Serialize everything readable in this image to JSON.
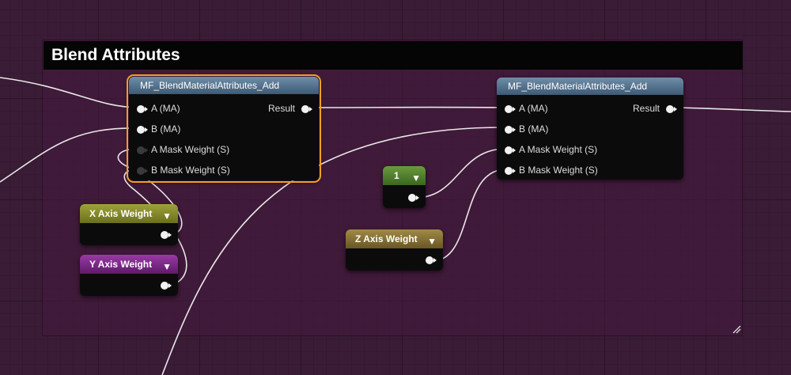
{
  "comment": {
    "title": "Blend Attributes"
  },
  "nodes": {
    "blend_add_1": {
      "title": "MF_BlendMaterialAttributes_Add",
      "inputs": [
        "A (MA)",
        "B (MA)",
        "A Mask Weight (S)",
        "B Mask Weight (S)"
      ],
      "output": "Result"
    },
    "blend_add_2": {
      "title": "MF_BlendMaterialAttributes_Add",
      "inputs": [
        "A (MA)",
        "B (MA)",
        "A Mask Weight (S)",
        "B Mask Weight (S)"
      ],
      "output": "Result"
    },
    "x_axis": {
      "title": "X Axis Weight"
    },
    "y_axis": {
      "title": "Y Axis Weight"
    },
    "z_axis": {
      "title": "Z Axis Weight"
    },
    "constant_one": {
      "title": "1"
    }
  },
  "colors": {
    "selection": "#f0a020",
    "function_header": "#5a7a96",
    "x_axis_header": "#8a8f2a",
    "y_axis_header": "#7a2a86",
    "z_axis_header": "#8a7a3a",
    "constant_header": "#4e7a2e"
  },
  "icons": {
    "pin": "circle-arrow-pin",
    "dropdown": "chevron-down-icon",
    "resize": "diagonal-resize-icon"
  }
}
